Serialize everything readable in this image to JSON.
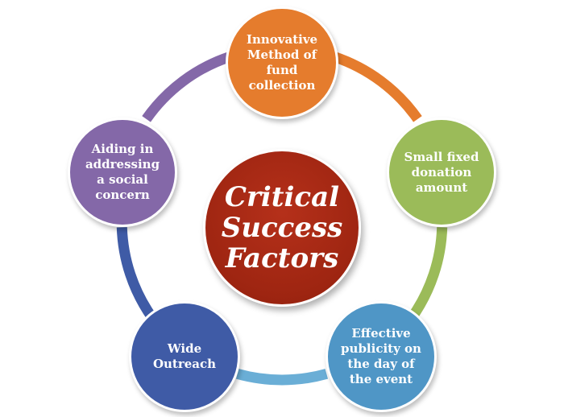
{
  "center": {
    "line1": "Critical",
    "line2": "Success",
    "line3": "Factors",
    "color": "#9e2511"
  },
  "factors": [
    {
      "label": "Innovative Method of fund collection",
      "color": "#e57c2d"
    },
    {
      "label": "Small fixed donation amount",
      "color": "#9bbb59"
    },
    {
      "label": "Effective publicity on the day of the event",
      "color": "#4f96c6"
    },
    {
      "label": "Wide Outreach",
      "color": "#3f5ba6"
    },
    {
      "label": "Aiding in addressing a social concern",
      "color": "#8468a8"
    }
  ],
  "connectors": [
    {
      "from": "Innovative Method of fund collection",
      "to": "Small fixed donation amount",
      "color": "#e57c2d"
    },
    {
      "from": "Small fixed donation amount",
      "to": "Effective publicity on the day of the event",
      "color": "#9bbb59"
    },
    {
      "from": "Effective publicity on the day of the event",
      "to": "Wide Outreach",
      "color": "#6aaed6"
    },
    {
      "from": "Wide Outreach",
      "to": "Aiding in addressing a social concern",
      "color": "#3f5ba6"
    },
    {
      "from": "Aiding in addressing a social concern",
      "to": "Innovative Method of fund collection",
      "color": "#8468a8"
    }
  ]
}
